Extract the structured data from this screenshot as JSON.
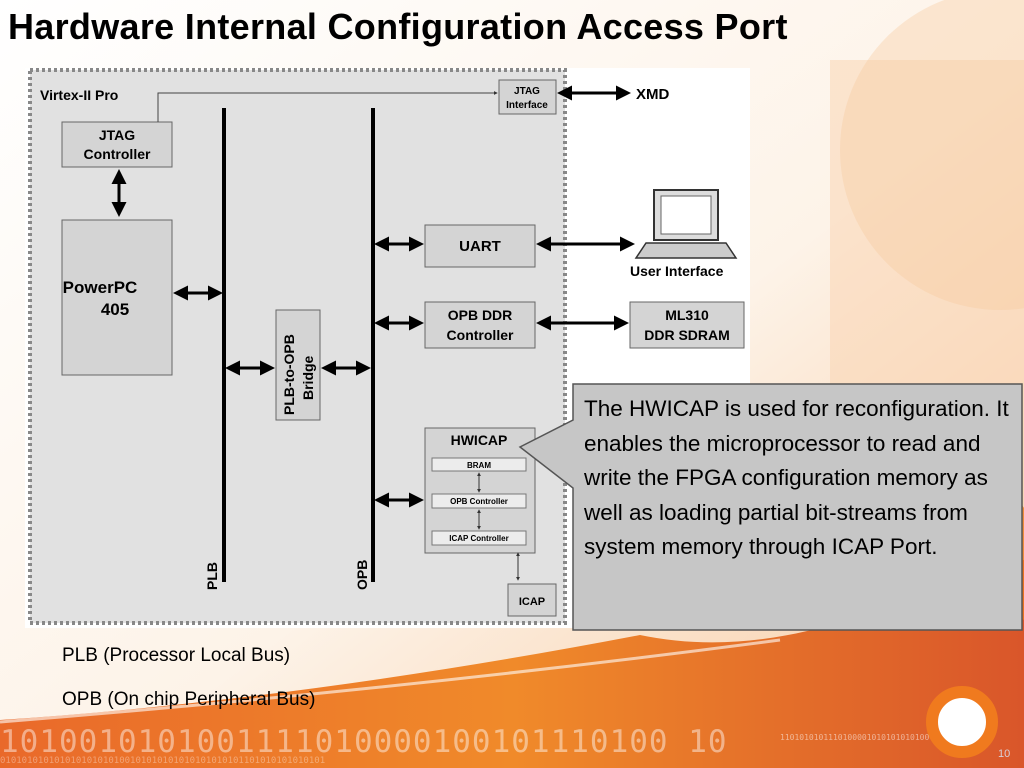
{
  "title": "Hardware Internal Configuration Access Port",
  "diagram": {
    "chip_label": "Virtex-II Pro",
    "jtag_controller": [
      "JTAG",
      "Controller"
    ],
    "jtag_interface": [
      "JTAG",
      "Interface"
    ],
    "xmd": "XMD",
    "powerpc": [
      "PowerPC",
      "405"
    ],
    "bridge": [
      "PLB-to-OPB",
      "Bridge"
    ],
    "plb_label": "PLB",
    "opb_label": "OPB",
    "uart": "UART",
    "user_interface": "User Interface",
    "ddr_controller": [
      "OPB DDR",
      "Controller"
    ],
    "ddr_sdram": [
      "ML310",
      "DDR SDRAM"
    ],
    "hwicap": "HWICAP",
    "bram": "BRAM",
    "opb_controller": "OPB Controller",
    "icap_controller": "ICAP Controller",
    "icap": "ICAP"
  },
  "callout": "The HWICAP is used for reconfiguration. It enables the microprocessor to read and write the FPGA configuration memory as well as loading partial bit-streams from system memory through ICAP Port.",
  "notes": [
    "PLB (Processor Local Bus)",
    "OPB (On chip Peripheral Bus)"
  ],
  "slide_number": "10",
  "footer_binary": [
    "1010010101001111010000100101110100 10",
    "1101010101110100001010101010100",
    "010101010101010101010100101010101010101010101101010101010101"
  ],
  "colors": {
    "accent_orange": "#f07a1e",
    "box_gray": "#d4d4d4",
    "chip_gray": "#e1e1e1",
    "callout_gray": "#c6c6c6"
  }
}
